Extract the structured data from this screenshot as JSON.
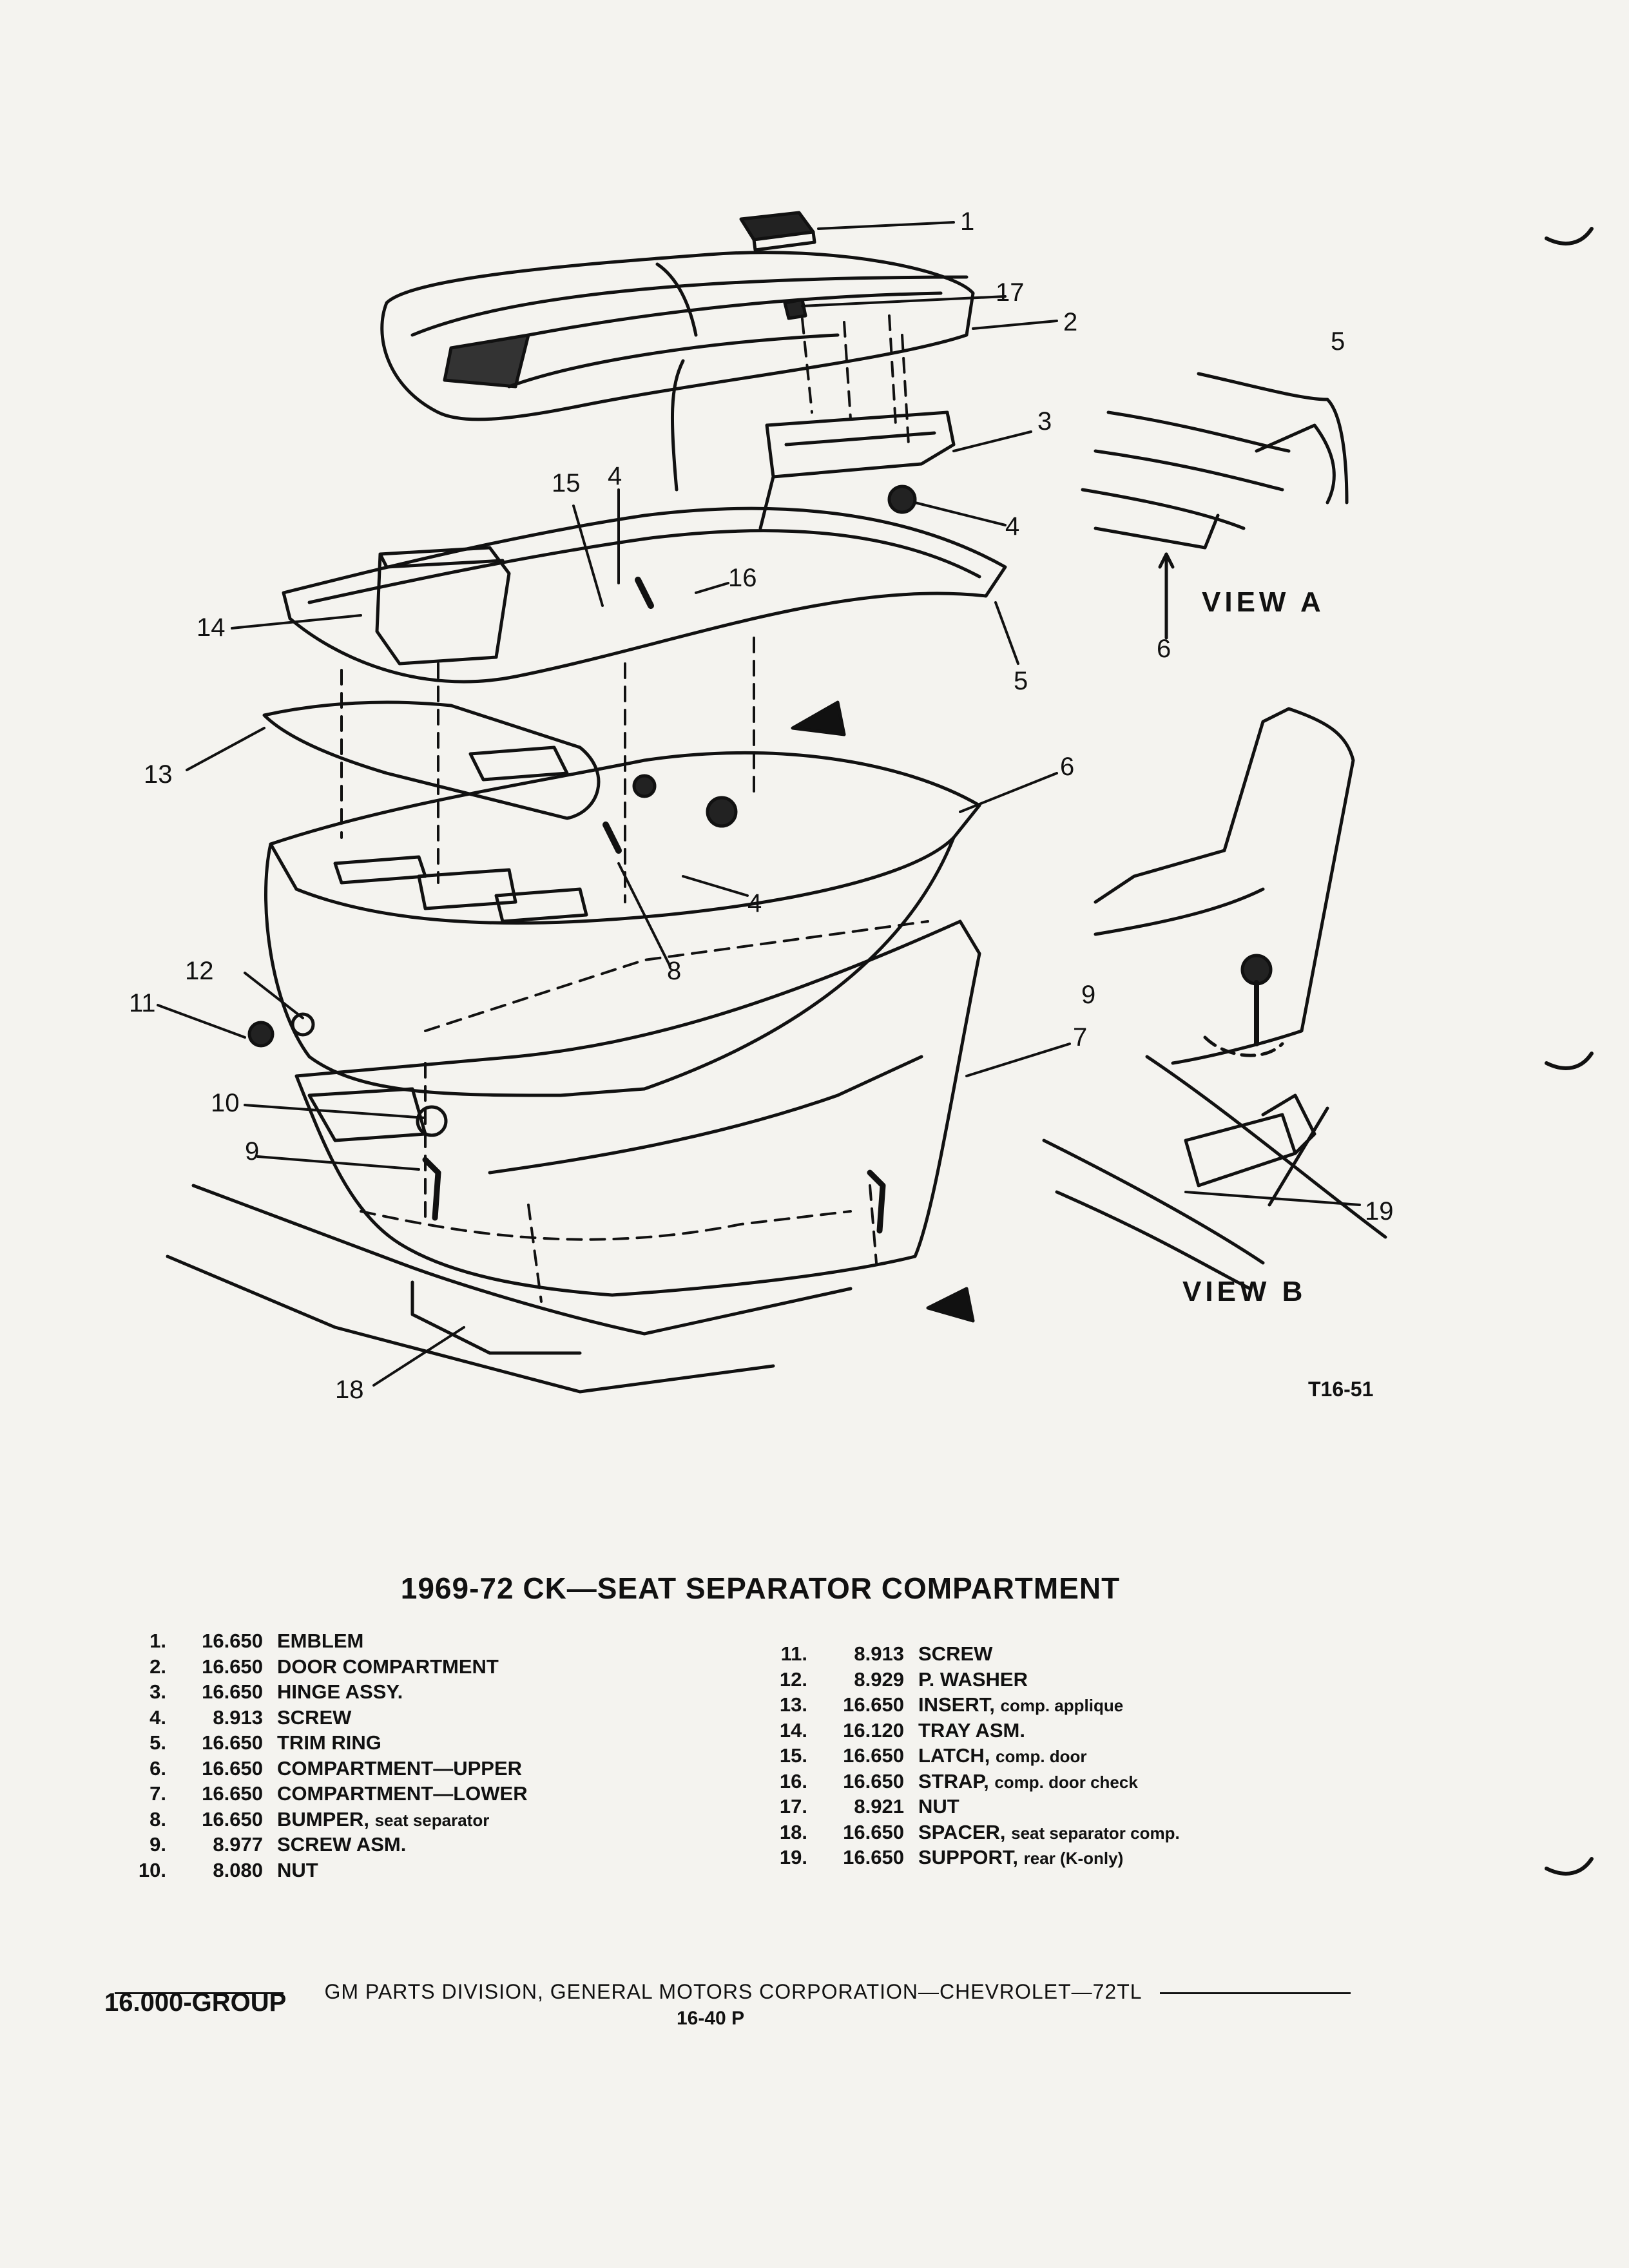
{
  "callouts": [
    "1",
    "2",
    "3",
    "4",
    "4",
    "4",
    "5",
    "5",
    "6",
    "6",
    "7",
    "8",
    "9",
    "9",
    "10",
    "11",
    "12",
    "13",
    "14",
    "15",
    "16",
    "17",
    "18",
    "19"
  ],
  "views": {
    "a": "VIEW  A",
    "b": "VIEW  B"
  },
  "figure_id": "T16-51",
  "title": "1969-72 CK—SEAT SEPARATOR COMPARTMENT",
  "parts_left": [
    {
      "n": "1.",
      "code": "16.650",
      "desc": "EMBLEM",
      "sub": ""
    },
    {
      "n": "2.",
      "code": "16.650",
      "desc": "DOOR COMPARTMENT",
      "sub": ""
    },
    {
      "n": "3.",
      "code": "16.650",
      "desc": "HINGE ASSY.",
      "sub": ""
    },
    {
      "n": "4.",
      "code": "8.913",
      "desc": "SCREW",
      "sub": ""
    },
    {
      "n": "5.",
      "code": "16.650",
      "desc": "TRIM RING",
      "sub": ""
    },
    {
      "n": "6.",
      "code": "16.650",
      "desc": "COMPARTMENT—UPPER",
      "sub": ""
    },
    {
      "n": "7.",
      "code": "16.650",
      "desc": "COMPARTMENT—LOWER",
      "sub": ""
    },
    {
      "n": "8.",
      "code": "16.650",
      "desc": "BUMPER,",
      "sub": "seat separator"
    },
    {
      "n": "9.",
      "code": "8.977",
      "desc": "SCREW ASM.",
      "sub": ""
    },
    {
      "n": "10.",
      "code": "8.080",
      "desc": "NUT",
      "sub": ""
    }
  ],
  "parts_right": [
    {
      "n": "11.",
      "code": "8.913",
      "desc": "SCREW",
      "sub": ""
    },
    {
      "n": "12.",
      "code": "8.929",
      "desc": "P. WASHER",
      "sub": ""
    },
    {
      "n": "13.",
      "code": "16.650",
      "desc": "INSERT,",
      "sub": "comp. applique"
    },
    {
      "n": "14.",
      "code": "16.120",
      "desc": "TRAY ASM.",
      "sub": ""
    },
    {
      "n": "15.",
      "code": "16.650",
      "desc": "LATCH,",
      "sub": "comp. door"
    },
    {
      "n": "16.",
      "code": "16.650",
      "desc": "STRAP,",
      "sub": "comp. door check"
    },
    {
      "n": "17.",
      "code": "8.921",
      "desc": "NUT",
      "sub": ""
    },
    {
      "n": "18.",
      "code": "16.650",
      "desc": "SPACER,",
      "sub": "seat separator comp."
    },
    {
      "n": "19.",
      "code": "16.650",
      "desc": "SUPPORT,",
      "sub": "rear (K-only)"
    }
  ],
  "footer": {
    "line": "GM PARTS DIVISION,  GENERAL MOTORS CORPORATION—CHEVROLET—72TL",
    "group": "16.000-GROUP",
    "page": "16-40  P"
  }
}
